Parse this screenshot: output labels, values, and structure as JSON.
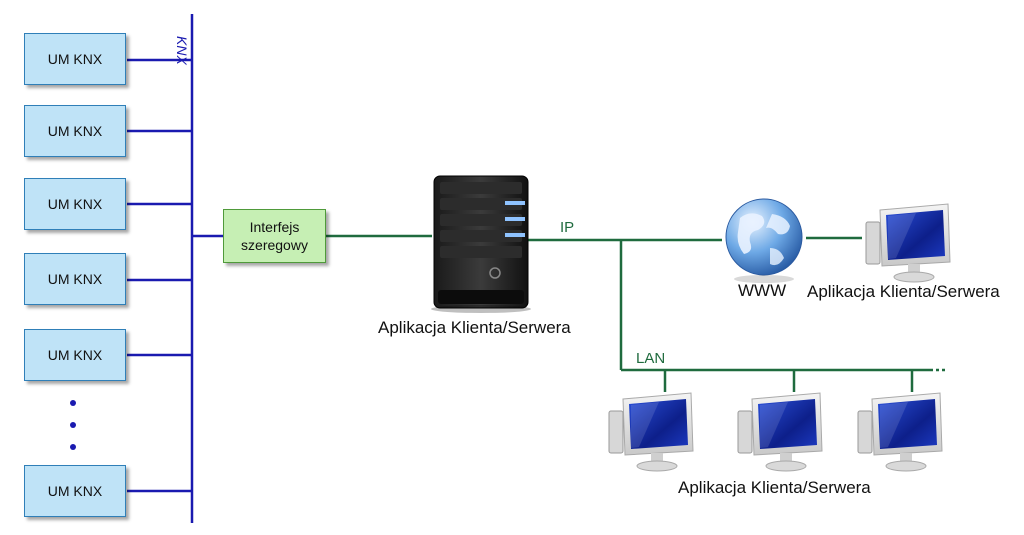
{
  "bus": {
    "label": "KNX"
  },
  "um_modules": [
    {
      "label": "UM KNX"
    },
    {
      "label": "UM KNX"
    },
    {
      "label": "UM KNX"
    },
    {
      "label": "UM KNX"
    },
    {
      "label": "UM KNX"
    },
    {
      "label": "UM KNX"
    }
  ],
  "interface": {
    "label": "Interfejs szeregowy"
  },
  "server": {
    "label": "Aplikacja Klienta/Serwera"
  },
  "network": {
    "ip_label": "IP",
    "lan_label": "LAN",
    "www_label": "WWW"
  },
  "remote_client": {
    "label": "Aplikacja Klienta/Serwera"
  },
  "lan_clients": {
    "label": "Aplikacja Klienta/Serwera"
  },
  "colors": {
    "bus": "#1a1ab0",
    "network": "#1f6b3e",
    "um_fill": "#bfe3f7",
    "interface_fill": "#c6efb4"
  }
}
